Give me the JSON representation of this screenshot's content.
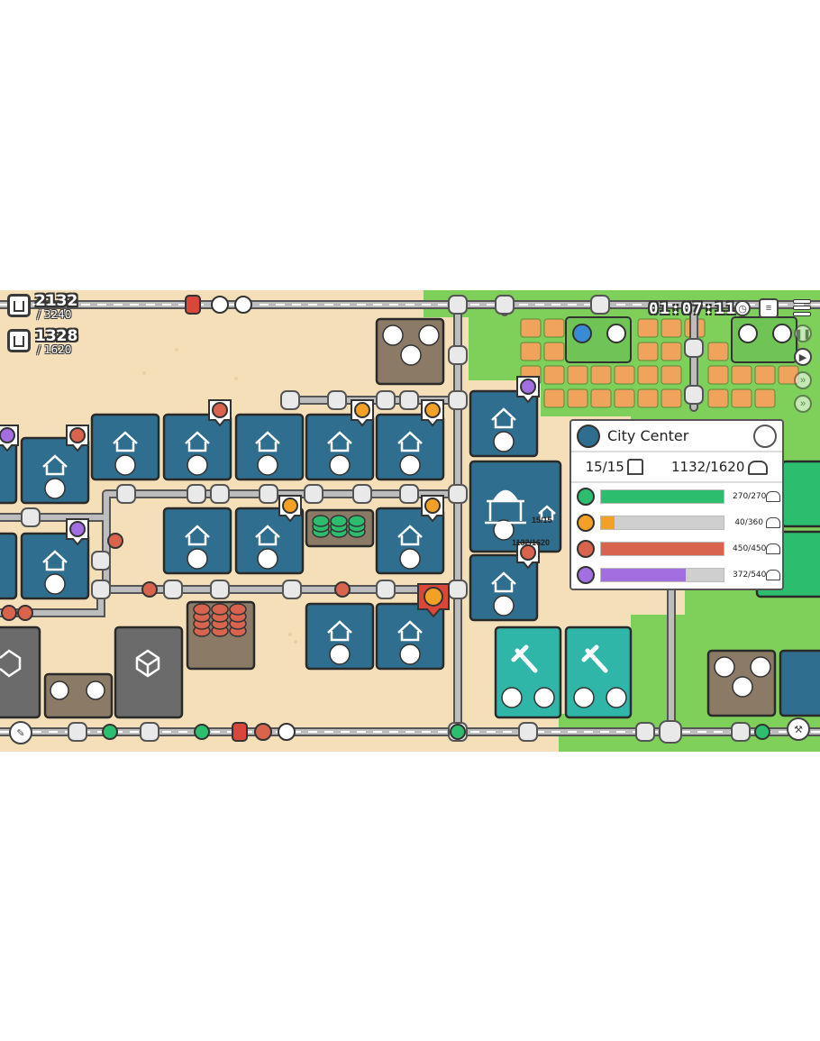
{
  "hud": {
    "population_current": "2132",
    "population_capacity": "/ 3240",
    "housing_current": "1328",
    "housing_capacity": "/ 1620",
    "clock": "01:07:11"
  },
  "map_labels": {
    "center_houses": "15/15",
    "center_people": "1132/1620"
  },
  "info_panel": {
    "title": "City Center",
    "houses": "15/15",
    "residents": "1132/1620",
    "resources": [
      {
        "icon": "globe-resource-icon",
        "label": "270/270",
        "fill": 1.0,
        "color": "#2dbd6e"
      },
      {
        "icon": "coin-resource-icon",
        "label": "40/360",
        "fill": 0.111,
        "color": "#f3a126"
      },
      {
        "icon": "can-resource-icon",
        "label": "450/450",
        "fill": 1.0,
        "color": "#d8644e"
      },
      {
        "icon": "sofa-resource-icon",
        "label": "372/540",
        "fill": 0.689,
        "color": "#a36fe0"
      }
    ]
  },
  "colors": {
    "ground": "#f5dfb8",
    "grass": "#7fcf5b",
    "house_block": "#2f6e8e",
    "factory_block": "#2fb6a8",
    "depot_block": "#6b6b6b",
    "road": "#bdbdbd",
    "stop_red": "#d8473a"
  }
}
